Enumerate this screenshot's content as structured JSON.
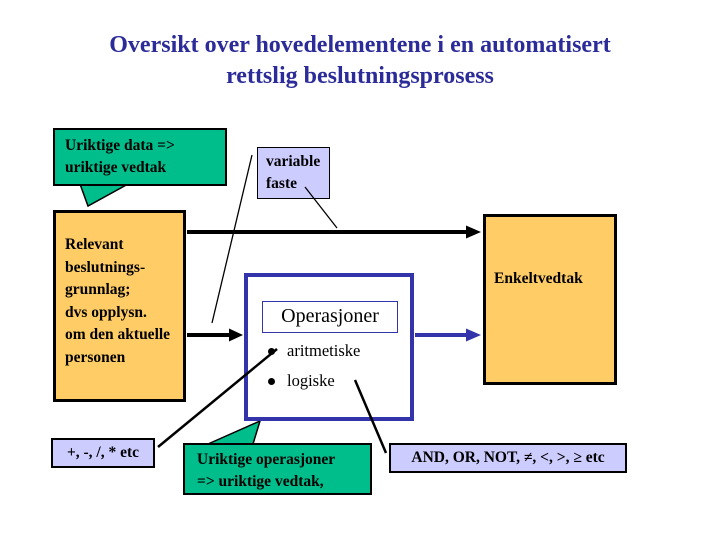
{
  "title": {
    "line1": "Oversikt over hovedelementene i en automatisert",
    "line2": "rettslig beslutningsprosess"
  },
  "colors": {
    "green": "#00be8c",
    "orange": "#ffcc66",
    "lavender": "#ccccff",
    "blue": "#3333aa",
    "title-blue": "#2b2b99"
  },
  "boxes": {
    "wrong_data_callout": {
      "lines": [
        "Uriktige data =>",
        "uriktige vedtak"
      ]
    },
    "variable_faste": {
      "lines": [
        "variable",
        "faste"
      ]
    },
    "decision_basis": {
      "lines": [
        "Relevant",
        "beslutnings-",
        "grunnlag;",
        "dvs opplysn.",
        "om den aktuelle",
        "personen"
      ]
    },
    "operations": {
      "title": "Operasjoner",
      "bullets": [
        "aritmetiske",
        "logiske"
      ]
    },
    "single_decision": {
      "label": "Enkeltvedtak"
    },
    "arithmetic_operators": {
      "label": "+, -, /, * etc"
    },
    "wrong_operations_callout": {
      "lines": [
        "Uriktige operasjoner",
        "=> uriktige vedtak,"
      ]
    },
    "logical_operators": {
      "label": "AND, OR, NOT, ≠, <, >, ≥ etc"
    }
  }
}
